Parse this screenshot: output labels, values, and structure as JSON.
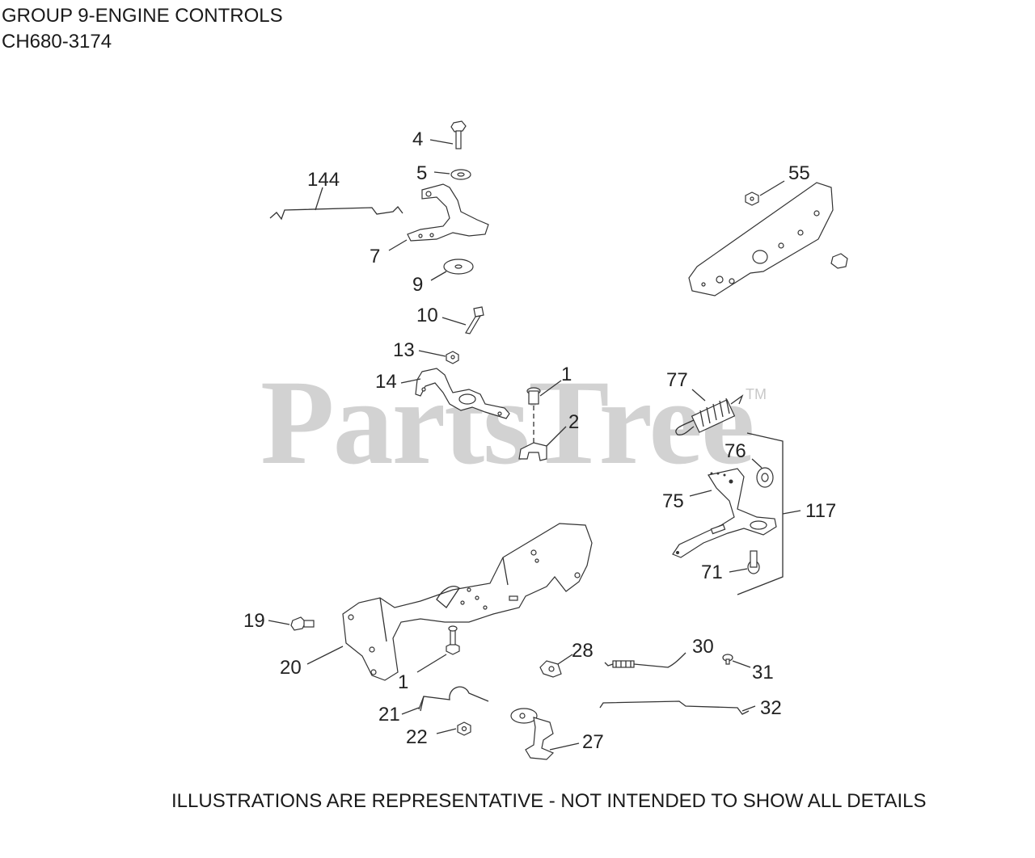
{
  "header": {
    "title": "GROUP 9-ENGINE CONTROLS",
    "model": "CH680-3174"
  },
  "watermark": {
    "text": "PartsTree",
    "tm": "TM"
  },
  "footer": "ILLUSTRATIONS ARE REPRESENTATIVE - NOT INTENDED TO SHOW ALL DETAILS",
  "callouts": {
    "c4": "4",
    "c5": "5",
    "c144": "144",
    "c7": "7",
    "c9": "9",
    "c10": "10",
    "c13": "13",
    "c14": "14",
    "c1a": "1",
    "c2": "2",
    "c55": "55",
    "c77": "77",
    "c76": "76",
    "c75": "75",
    "c117": "117",
    "c71": "71",
    "c19": "19",
    "c20": "20",
    "c1b": "1",
    "c28": "28",
    "c30": "30",
    "c31": "31",
    "c21": "21",
    "c32": "32",
    "c22": "22",
    "c27": "27"
  }
}
